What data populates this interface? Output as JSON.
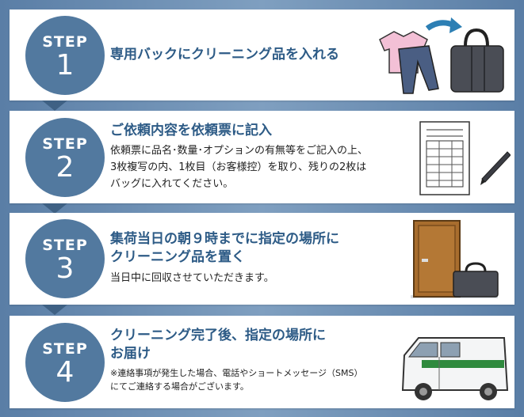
{
  "steps": [
    {
      "label": "STEP",
      "num": "1",
      "title": "専用バックにクリーニング品を入れる",
      "desc": []
    },
    {
      "label": "STEP",
      "num": "2",
      "title": "ご依頼内容を依頼票に記入",
      "desc": [
        "依頼票に品名･数量･オプションの有無等をご記入の上、",
        "3枚複写の内、1枚目（お客様控）を取り、残りの2枚は",
        "バッグに入れてください。"
      ]
    },
    {
      "label": "STEP",
      "num": "3",
      "title_lines": [
        "集荷当日の朝９時までに指定の場所に",
        "クリーニング品を置く"
      ],
      "desc": [
        "当日中に回収させていただきます。"
      ]
    },
    {
      "label": "STEP",
      "num": "4",
      "title_lines": [
        "クリーニング完了後、指定の場所に",
        "お届け"
      ],
      "note": [
        "※連絡事項が発生した場合、電話やショートメッセージ（SMS）",
        "にてご連絡する場合がございます。"
      ]
    }
  ],
  "colors": {
    "badge": "#52799f",
    "title": "#2d5b86",
    "frame": "#6f8fb0"
  },
  "icons": [
    "clothes-to-bag-icon",
    "form-and-pen-icon",
    "door-and-bag-icon",
    "delivery-van-icon"
  ]
}
